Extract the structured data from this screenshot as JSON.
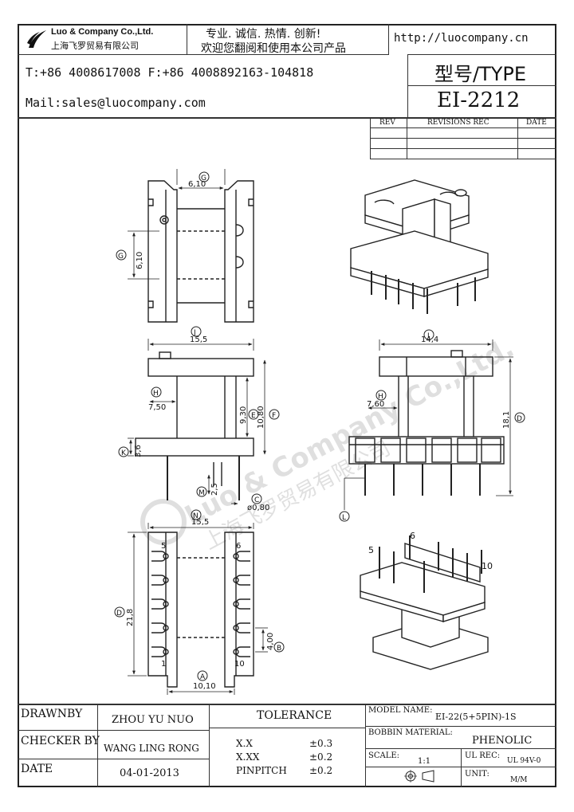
{
  "header": {
    "company_en": "Luo & Company Co.,Ltd.",
    "company_cn": "上海飞罗贸易有限公司",
    "slogan_1": "专业. 诚信. 热情. 创新!",
    "slogan_2": "欢迎您翻阅和使用本公司产品",
    "website": "http://luocompany.cn",
    "phone_fax": "T:+86 4008617008 F:+86 4008892163-104818",
    "mail": "Mail:sales@luocompany.com",
    "type_label": "型号/TYPE",
    "type_value": "EI-2212"
  },
  "revisions": {
    "col_rev": "REV",
    "col_rec": "REVISIONS REC",
    "col_date": "DATE"
  },
  "watermark": {
    "en": "Luo & Company Co.,Ltd.",
    "cn": "上海飞罗贸易有限公司"
  },
  "dimensions": {
    "g_top": "6,10",
    "g_side": "6,10",
    "j": "15,5",
    "h_left": "7,50",
    "e": "9,30",
    "f": "10,80",
    "k": "3,6",
    "m": "2,5",
    "c": "ø0,80",
    "n": "15,5",
    "d_left": "21,8",
    "b": "4,00",
    "a": "10,10",
    "i": "14,4",
    "h_right": "7,60",
    "d_right": "18,1"
  },
  "callouts": {
    "G": "G",
    "J": "J",
    "H": "H",
    "E": "E",
    "F": "F",
    "K": "K",
    "M": "M",
    "C": "C",
    "N": "N",
    "D": "D",
    "B": "B",
    "A": "A",
    "I": "I",
    "L": "L"
  },
  "pins": {
    "p5": "5",
    "p6": "6",
    "p1": "1",
    "p10": "10",
    "iso5": "5",
    "iso6": "6",
    "iso10": "10"
  },
  "footer": {
    "drawnby_label": "DRAWNBY",
    "drawnby_value": "ZHOU YU NUO",
    "checker_label": "CHECKER BY",
    "checker_value": "WANG LING RONG",
    "date_label": "DATE",
    "date_value": "04-01-2013",
    "tolerance_label": "TOLERANCE",
    "tol_xx": "X.X",
    "tol_xx_val": "±0.3",
    "tol_xxx": "X.XX",
    "tol_xxx_val": "±0.2",
    "tol_pin": "PINPITCH",
    "tol_pin_val": "±0.2",
    "model_label": "MODEL NAME:",
    "model_value": "EI-22(5+5PIN)-1S",
    "bobbin_label": "BOBBIN MATERIAL:",
    "bobbin_value": "PHENOLIC",
    "scale_label": "SCALE:",
    "scale_value": "1:1",
    "ul_label": "UL REC:",
    "ul_value": "UL 94V-0",
    "unit_label": "UNIT:",
    "unit_value": "M/M"
  }
}
